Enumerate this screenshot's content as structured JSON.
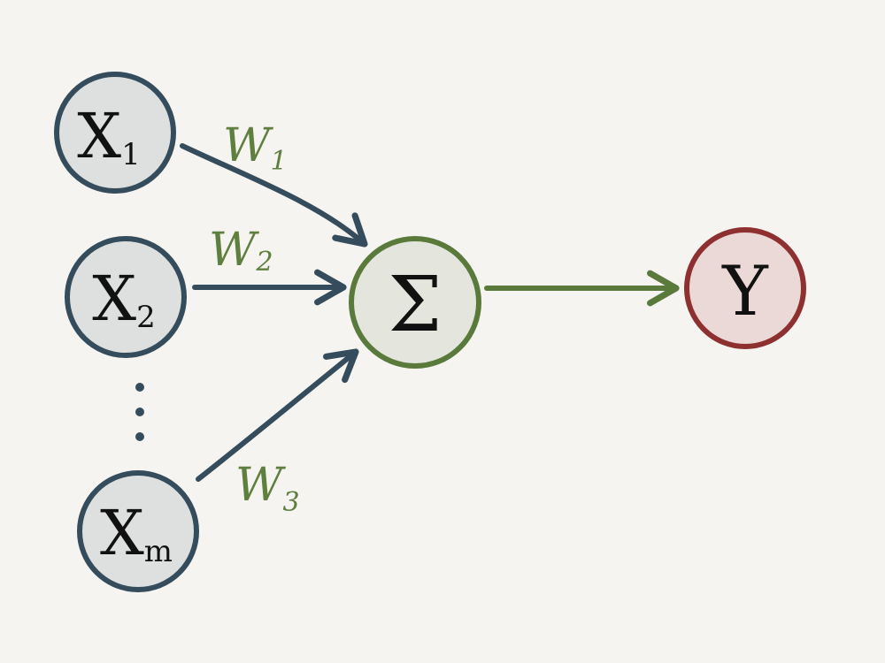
{
  "colors": {
    "background": "#f5f4f1",
    "input_stroke": "#354c5c",
    "input_fill": "#dde0df",
    "sum_stroke": "#5a7a3c",
    "sum_fill": "#e4e6dd",
    "output_stroke": "#8e3030",
    "output_fill": "#ead9d7",
    "weight_text": "#5f7f3e",
    "ink": "#111111"
  },
  "inputs": [
    {
      "base": "X",
      "sub": "1"
    },
    {
      "base": "X",
      "sub": "2"
    },
    {
      "base": "X",
      "sub": "m"
    }
  ],
  "weights": [
    {
      "base": "W",
      "sub": "1"
    },
    {
      "base": "W",
      "sub": "2"
    },
    {
      "base": "W",
      "sub": "3"
    }
  ],
  "summation": {
    "symbol": "Σ"
  },
  "output": {
    "symbol": "Y"
  }
}
